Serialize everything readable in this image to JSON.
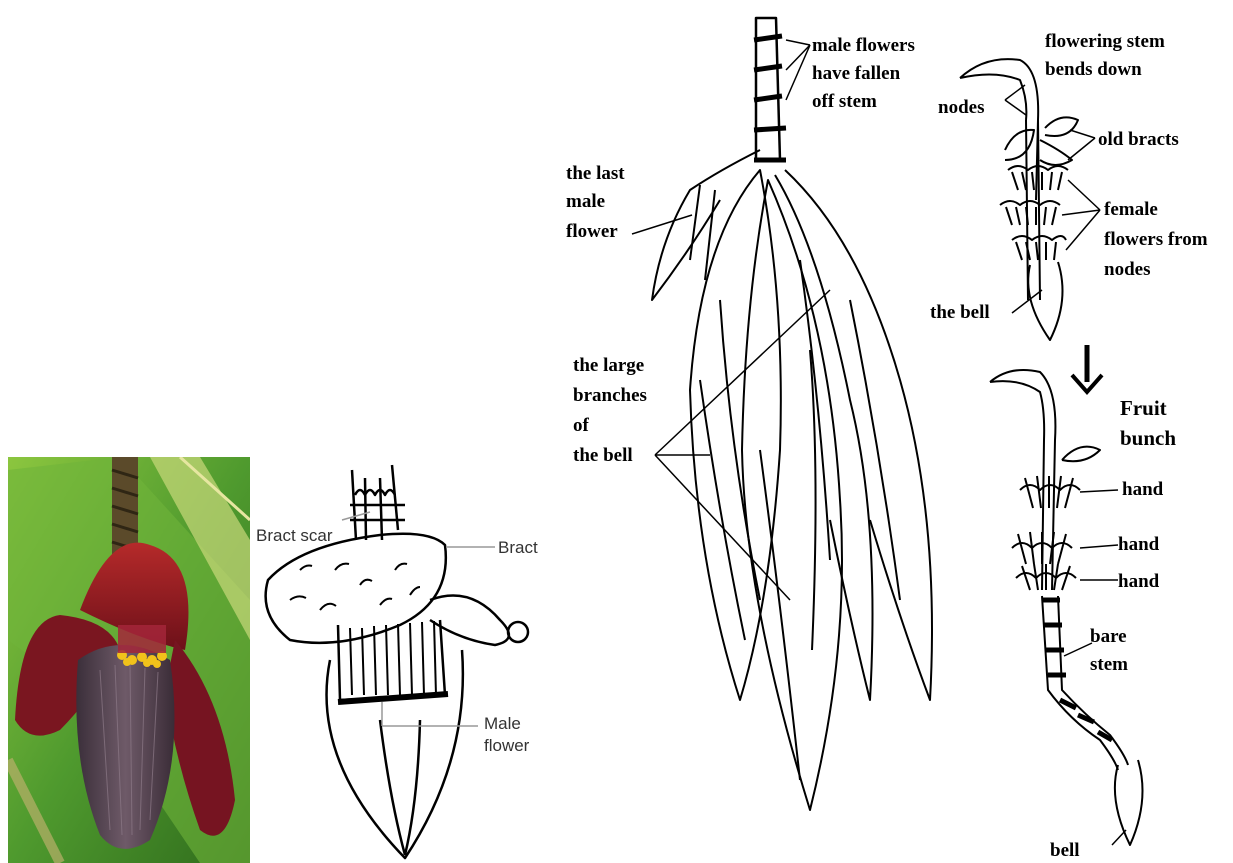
{
  "colors": {
    "leaf_green": "#4f9a2e",
    "bract_red": "#8e1a22",
    "bell_purple": "#5a4a56",
    "flower_yellow": "#f1c21b",
    "ink": "#000000",
    "label_gray": "#333333"
  },
  "photo": {
    "subject": "banana flower photograph"
  },
  "bract_sketch": {
    "labels": {
      "bract_scar": "Bract scar",
      "bract": "Bract",
      "male_flower_line1": "Male",
      "male_flower_line2": "flower"
    }
  },
  "bell_drawing": {
    "labels": {
      "male_fallen_1": "male flowers",
      "male_fallen_2": "have fallen",
      "male_fallen_3": "off stem",
      "last_male_1": "the last",
      "last_male_2": "male",
      "last_male_3": "flower",
      "large_branches_1": "the large",
      "large_branches_2": "branches",
      "large_branches_3": "of",
      "large_branches_4": "the bell"
    }
  },
  "stem_drawing": {
    "labels": {
      "bends_1": "flowering stem",
      "bends_2": "bends down",
      "nodes": "nodes",
      "old_bracts": "old bracts",
      "female_1": "female",
      "female_2": "flowers from",
      "female_3": "nodes",
      "the_bell": "the bell"
    }
  },
  "fruit_drawing": {
    "labels": {
      "fruit_1": "Fruit",
      "fruit_2": "bunch",
      "hand_1": "hand",
      "hand_2": "hand",
      "hand_3": "hand",
      "bare_1": "bare",
      "bare_2": "stem",
      "bell": "bell"
    }
  }
}
